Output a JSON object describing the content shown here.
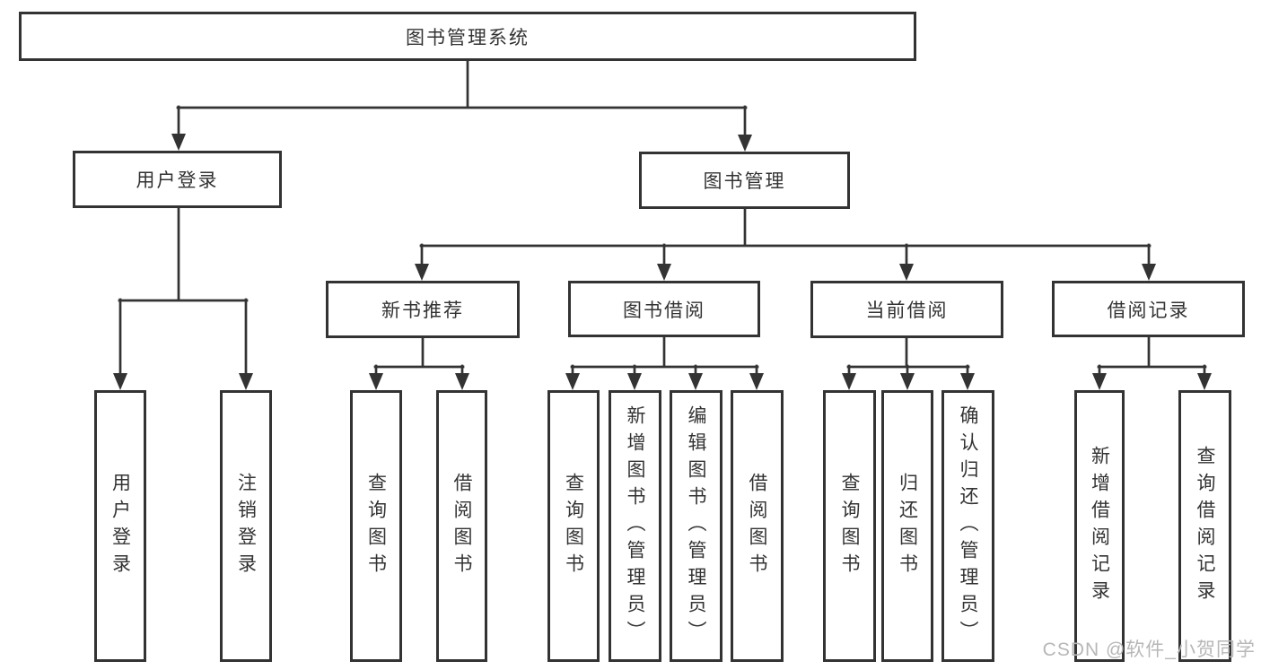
{
  "diagram": {
    "tree": {
      "label": "图书管理系统",
      "children": [
        {
          "label": "用户登录",
          "children": [
            {
              "label": "用户登录"
            },
            {
              "label": "注销登录"
            }
          ]
        },
        {
          "label": "图书管理",
          "children": [
            {
              "label": "新书推荐",
              "children": [
                {
                  "label": "查询图书"
                },
                {
                  "label": "借阅图书"
                }
              ]
            },
            {
              "label": "图书借阅",
              "children": [
                {
                  "label": "查询图书"
                },
                {
                  "label": "新增图书（管理员）"
                },
                {
                  "label": "编辑图书（管理员）"
                },
                {
                  "label": "借阅图书"
                }
              ]
            },
            {
              "label": "当前借阅",
              "children": [
                {
                  "label": "查询图书"
                },
                {
                  "label": "归还图书"
                },
                {
                  "label": "确认归还（管理员）"
                }
              ]
            },
            {
              "label": "借阅记录",
              "children": [
                {
                  "label": "新增借阅记录"
                },
                {
                  "label": "查询借阅记录"
                }
              ]
            }
          ]
        }
      ]
    },
    "colors": {
      "line": "#333333",
      "text": "#333333",
      "box_background": "#ffffff",
      "page_background": "#ffffff",
      "watermark": "#b7b7b7"
    }
  },
  "watermark": {
    "text": "CSDN @软件_小贺同学"
  }
}
